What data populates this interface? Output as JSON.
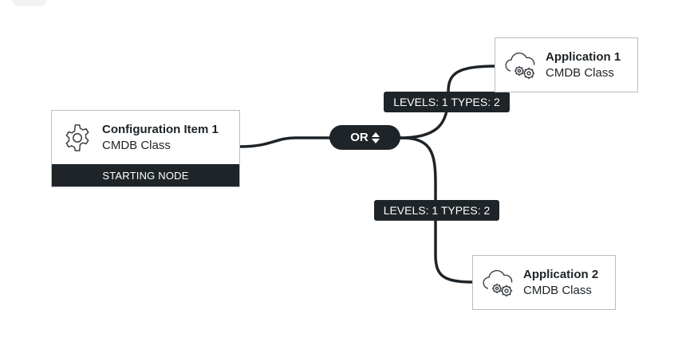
{
  "colors": {
    "dark": "#1e2428",
    "border": "#b9bcc0",
    "text": "#1d2327",
    "connector": "#1e2428",
    "background": "#ffffff"
  },
  "nodes": {
    "starting": {
      "icon": "gear-icon",
      "title": "Configuration Item 1",
      "subtitle": "CMDB Class",
      "footer": "STARTING NODE"
    },
    "application_1": {
      "icon": "cloud-gears-icon",
      "title": "Application 1",
      "subtitle": "CMDB Class"
    },
    "application_2": {
      "icon": "cloud-gears-icon",
      "title": "Application 2",
      "subtitle": "CMDB Class"
    }
  },
  "operator": {
    "label": "OR",
    "icon": "sort-arrows-icon"
  },
  "edge_labels": {
    "to_application_1": "LEVELS: 1 TYPES: 2",
    "to_application_2": "LEVELS: 1 TYPES: 2"
  }
}
